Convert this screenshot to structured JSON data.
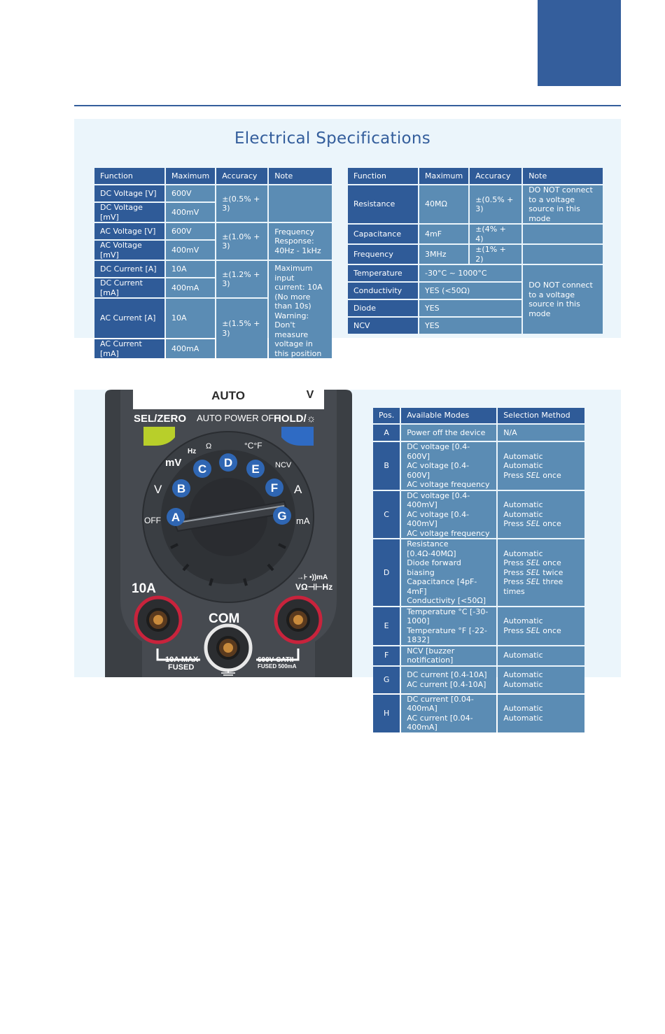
{
  "spec": {
    "title": "Electrical Specifications",
    "headers": [
      "Function",
      "Maximum",
      "Accuracy",
      "Note"
    ],
    "left": {
      "functions": [
        "DC Voltage [V]",
        "DC Voltage [mV]",
        "AC Voltage [V]",
        "AC Voltage [mV]",
        "DC Current [A]",
        "DC Current [mA]",
        "AC Current [A]",
        "AC Current [mA]"
      ],
      "maximums": [
        "600V",
        "400mV",
        "600V",
        "400mV",
        "10A",
        "400mA",
        "10A",
        "400mA"
      ],
      "accuracy": [
        "±(0.5% + 3)",
        "±(1.0% + 3)",
        "±(1.2% + 3)",
        "±(1.5% + 3)"
      ],
      "notes": [
        "",
        "Frequency Response: 40Hz - 1kHz",
        "Maximum input current: 10A (No more than 10s) Warning: Don't measure voltage in this position"
      ]
    },
    "right": {
      "functions": [
        "Resistance",
        "Capacitance",
        "Frequency",
        "Temperature",
        "Conductivity",
        "Diode",
        "NCV"
      ],
      "maximums": [
        "40MΩ",
        "4mF",
        "3MHz",
        "-30°C ~ 1000°C",
        "YES (<50Ω)",
        "YES",
        "YES"
      ],
      "accuracy": [
        "±(0.5% + 3)",
        "±(4% + 4)",
        "±(1% + 2)"
      ],
      "notes": [
        "DO NOT connect to a voltage source in this mode",
        "",
        "",
        "DO NOT connect to a voltage source in this mode"
      ]
    }
  },
  "meter": {
    "display_mode": "AUTO",
    "display_unit": "V",
    "sel_zero": "SEL/ZERO",
    "auto_power_off": "AUTO POWER OFF",
    "hold": "HOLD/☼",
    "dial_labels": {
      "off": "OFF",
      "vac": "V",
      "mv": "mV",
      "hz": "Hz",
      "ohm": "Ω",
      "temp": "°C°F",
      "ncv": "NCV",
      "aac": "A",
      "maac": "mA"
    },
    "positions": [
      "A",
      "B",
      "C",
      "D",
      "E",
      "F",
      "G"
    ],
    "jack_10a": "10A",
    "jack_com": "COM",
    "jack_vohm_1": "→⊦ •))mA",
    "jack_vohm_2": "VΩ⊣⊢Hz",
    "fuse_left_1": "10A MAX",
    "fuse_left_2": "FUSED",
    "fuse_right_1": "600V CATII",
    "fuse_right_2": "FUSED 500mA"
  },
  "modes": {
    "headers": [
      "Pos.",
      "Available Modes",
      "Selection Method"
    ],
    "rows": [
      {
        "pos": "A",
        "modes": [
          "Power off the device"
        ],
        "method": [
          "N/A"
        ]
      },
      {
        "pos": "B",
        "modes": [
          "DC voltage [0.4-600V]",
          "AC voltage [0.4-600V]",
          "AC voltage frequency"
        ],
        "method": [
          "Automatic",
          "Automatic",
          "Press SEL once"
        ]
      },
      {
        "pos": "C",
        "modes": [
          "DC voltage [0.4-400mV]",
          "AC voltage [0.4-400mV]",
          "AC voltage frequency"
        ],
        "method": [
          "Automatic",
          "Automatic",
          "Press SEL once"
        ]
      },
      {
        "pos": "D",
        "modes": [
          "Resistance [0.4Ω-40MΩ]",
          "Diode forward biasing",
          "Capacitance [4pF-4mF]",
          "Conductivity [<50Ω]"
        ],
        "method": [
          "Automatic",
          "Press SEL once",
          "Press SEL twice",
          "Press SEL three times"
        ]
      },
      {
        "pos": "E",
        "modes": [
          "Temperature °C [-30-1000]",
          "Temperature °F [-22-1832]"
        ],
        "method": [
          "Automatic",
          "Press SEL once"
        ]
      },
      {
        "pos": "F",
        "modes": [
          "NCV [buzzer notification]"
        ],
        "method": [
          "Automatic"
        ]
      },
      {
        "pos": "G",
        "modes": [
          "DC current [0.4-10A]",
          "AC current [0.4-10A]"
        ],
        "method": [
          "Automatic",
          "Automatic"
        ]
      },
      {
        "pos": "H",
        "modes": [
          "DC current [0.04-400mA]",
          "AC current [0.04-400mA]"
        ],
        "method": [
          "Automatic",
          "Automatic"
        ]
      }
    ]
  },
  "colors": {
    "accent": "#345e9c",
    "header_cell": "#2f5b98",
    "value_cell": "#5b8cb4",
    "panel": "#ebf5fb"
  }
}
